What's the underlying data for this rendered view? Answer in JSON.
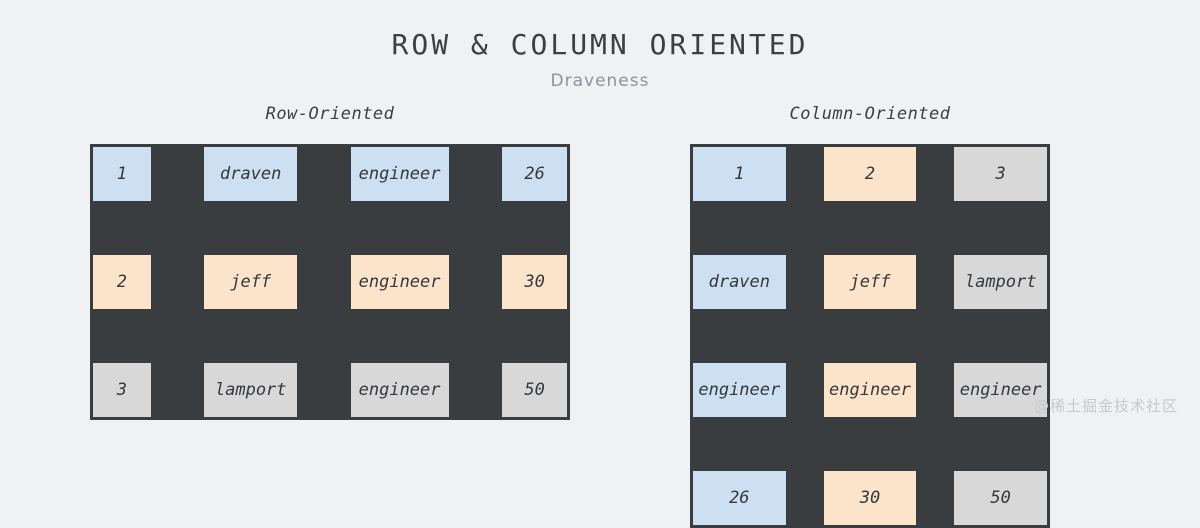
{
  "header": {
    "title": "ROW & COLUMN ORIENTED",
    "subtitle": "Draveness"
  },
  "colors": {
    "background": "#eff1f3",
    "border": "#3a3d3f",
    "blue": "#cce0f2",
    "peach": "#fce4cb",
    "gray": "#d8d8d8",
    "title_text": "#3c3f43",
    "subtitle_text": "#8f9298",
    "watermark_text": "#c6c9cd"
  },
  "row_oriented": {
    "label": "Row-Oriented",
    "rows": [
      {
        "color": "blue",
        "cells": [
          "1",
          "draven",
          "engineer",
          "26"
        ]
      },
      {
        "color": "peach",
        "cells": [
          "2",
          "jeff",
          "engineer",
          "30"
        ]
      },
      {
        "color": "gray",
        "cells": [
          "3",
          "lamport",
          "engineer",
          "50"
        ]
      }
    ]
  },
  "column_oriented": {
    "label": "Column-Oriented",
    "column_colors": [
      "blue",
      "peach",
      "gray"
    ],
    "rows": [
      {
        "cells": [
          "1",
          "2",
          "3"
        ]
      },
      {
        "cells": [
          "draven",
          "jeff",
          "lamport"
        ]
      },
      {
        "cells": [
          "engineer",
          "engineer",
          "engineer"
        ]
      },
      {
        "cells": [
          "26",
          "30",
          "50"
        ]
      }
    ]
  },
  "watermark": {
    "text": "@稀土掘金技术社区"
  }
}
